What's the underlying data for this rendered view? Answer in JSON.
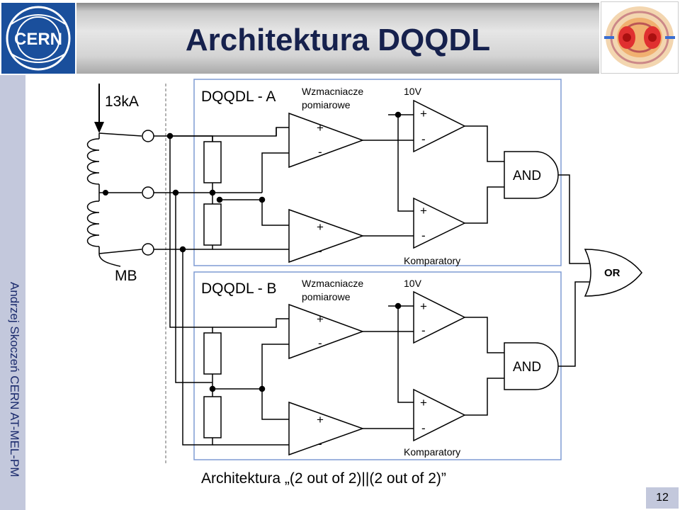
{
  "slide": {
    "title": "Architektura DQQDL",
    "author": "Andrzej Skoczeń CERN AT-MEL-PM",
    "page_number": "12",
    "logo_left": "CERN",
    "logo_right_icon": "magnet-field-icon"
  },
  "diagram": {
    "current_label": "13kA",
    "magnet_label": "MB",
    "section_a": {
      "title": "DQQDL - A",
      "amp_label_line1": "Wzmacniacze",
      "amp_label_line2": "pomiarowe",
      "voltage": "10V",
      "comparators_label": "Komparatory",
      "gate": "AND"
    },
    "section_b": {
      "title": "DQQDL - B",
      "amp_label_line1": "Wzmacniacze",
      "amp_label_line2": "pomiarowe",
      "voltage": "10V",
      "comparators_label": "Komparatory",
      "gate": "AND"
    },
    "plus": "+",
    "minus": "-",
    "or_gate": "OR",
    "caption": "Architektura „(2 out of 2)||(2 out of 2)”"
  },
  "colors": {
    "box_border": "#7f9bd4",
    "title_text": "#16214d",
    "sidebar": "#c3c8dc",
    "cern_blue": "#1a4f9c"
  }
}
